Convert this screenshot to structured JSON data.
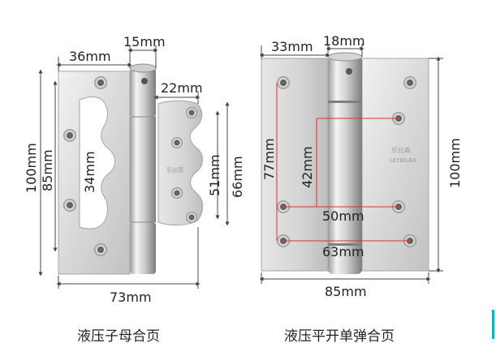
{
  "left_hinge": {
    "caption": "液压子母合页",
    "brand": "乐比高",
    "dims": {
      "top_leaf": "36mm",
      "knuckle": "15mm",
      "leaf_offset": "22mm",
      "height_total": "100mm",
      "hole_span": "85mm",
      "cutout": "34mm",
      "right_span_inner": "51mm",
      "right_span_outer": "66mm",
      "width": "73mm"
    }
  },
  "right_hinge": {
    "caption": "液压平开单弹合页",
    "brand": "乐比高",
    "brand_latin": "LEYBILBA",
    "dims": {
      "top_leaf": "33mm",
      "knuckle": "18mm",
      "hole_span_outer": "77mm",
      "hole_span_inner": "42mm",
      "mid_width": "50mm",
      "bottom_width": "63mm",
      "width": "85mm",
      "height": "100mm"
    }
  },
  "colors": {
    "steel_light": "#eeeeee",
    "steel_mid": "#c9c9c9",
    "steel_dark": "#8e8e8e",
    "dim_line": "#444444",
    "guide_red": "#e03030",
    "accent": "#12b3b8"
  }
}
